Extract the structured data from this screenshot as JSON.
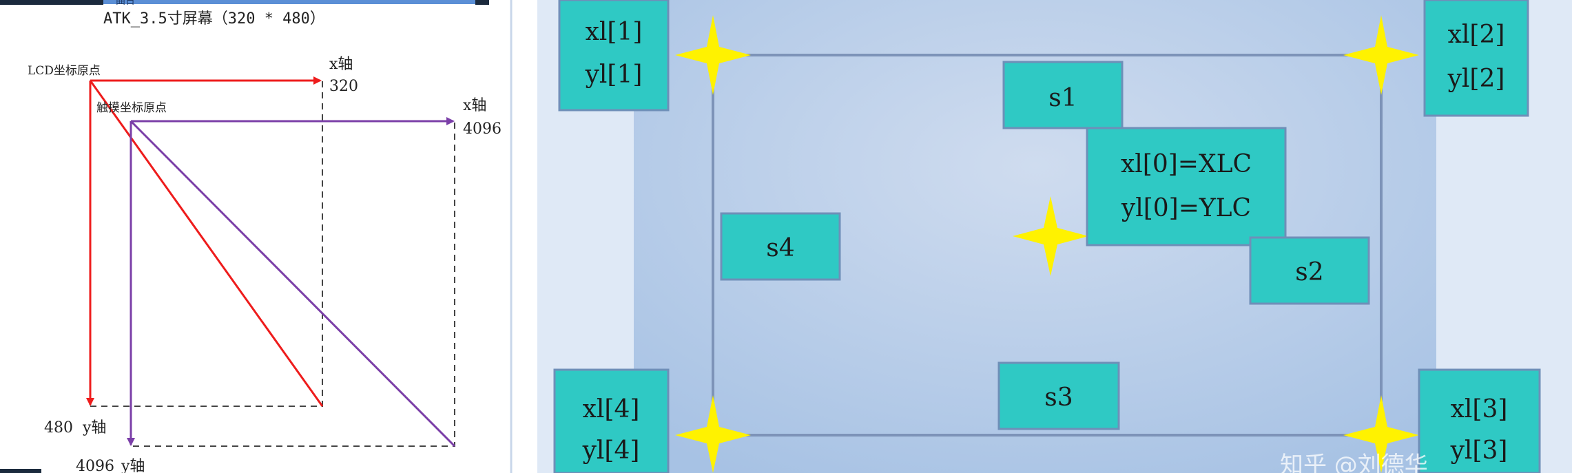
{
  "left_diagram": {
    "title": "ATK_3.5寸屏幕（320 * 480）",
    "lcd_origin": "LCD坐标原点",
    "touch_origin": "触摸坐标原点",
    "lcd_x_axis": "x轴",
    "lcd_x_max": "320",
    "touch_x_axis": "x轴",
    "touch_x_max": "4096",
    "lcd_y_value": "480",
    "lcd_y_axis": "y轴",
    "touch_y_value": "4096",
    "touch_y_axis": "y轴",
    "top_fragment": "曲日",
    "colors": {
      "lcd": "#ee1c1c",
      "touch": "#7b3fa8",
      "dashed": "#444444"
    }
  },
  "right_diagram": {
    "boxes": {
      "corner1": [
        "xl[1]",
        "yl[1]"
      ],
      "corner2": [
        "xl[2]",
        "yl[2]"
      ],
      "corner3": [
        "xl[3]",
        "yl[3]"
      ],
      "corner4": [
        "xl[4]",
        "yl[4]"
      ],
      "s1": "s1",
      "s2": "s2",
      "s3": "s3",
      "s4": "s4",
      "center": [
        "xl[0]=XLC",
        "yl[0]=YLC"
      ]
    },
    "watermark": "知乎 @刘德华",
    "colors": {
      "box": "#2fc9c4",
      "panel": "#b5cbe6",
      "star": "#fff200",
      "arrow": "#7d93b8"
    }
  }
}
